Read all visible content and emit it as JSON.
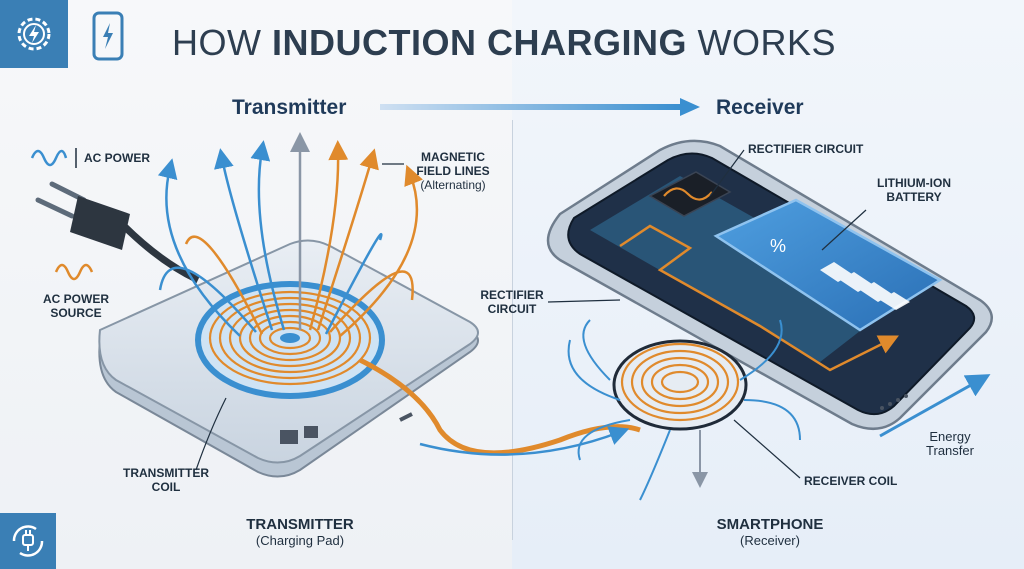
{
  "title": {
    "prefix": "HOW ",
    "bold": "INDUCTION CHARGING",
    "suffix": " WORKS"
  },
  "header": {
    "transmitter": "Transmitter",
    "receiver": "Receiver"
  },
  "labels": {
    "ac_power": "AC POWER",
    "ac_power_source_1": "AC POWER",
    "ac_power_source_2": "SOURCE",
    "magnetic_1": "MAGNETIC",
    "magnetic_2": "FIELD LINES",
    "magnetic_3": "(Alternating)",
    "rectifier_top": "RECTIFIER CIRCUIT",
    "battery_1": "LITHIUM-ION",
    "battery_2": "BATTERY",
    "rectifier_left_1": "RECTIFIER",
    "rectifier_left_2": "CIRCUIT",
    "transmitter_coil_1": "TRANSMITTER",
    "transmitter_coil_2": "COIL",
    "receiver_coil": "RECEIVER COIL",
    "energy_1": "Energy",
    "energy_2": "Transfer",
    "battery_symbol": "%"
  },
  "captions": {
    "left_title": "TRANSMITTER",
    "left_sub": "(Charging Pad)",
    "right_title": "SMARTPHONE",
    "right_sub": "(Receiver)"
  },
  "icons": [
    "gear-bolt-icon",
    "phone-charging-icon",
    "plug-cycle-icon"
  ],
  "colors": {
    "accent": "#3a7fb5",
    "coil": "#e08a2c",
    "field_blue": "#3a8fd0",
    "dark": "#1f3a5a"
  }
}
